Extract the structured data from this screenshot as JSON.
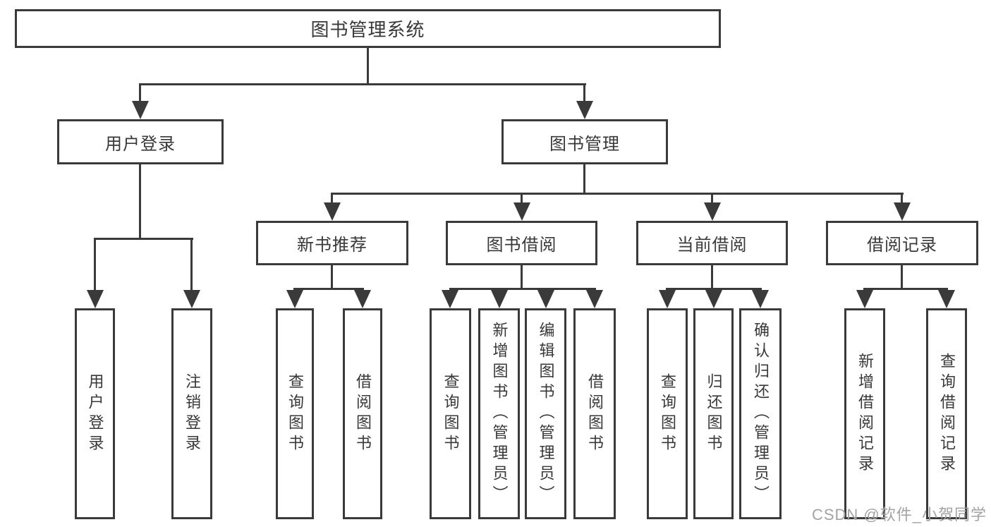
{
  "diagram": {
    "root": {
      "label": "图书管理系统"
    },
    "level2": {
      "user_login": {
        "label": "用户登录"
      },
      "book_mgmt": {
        "label": "图书管理"
      }
    },
    "level3": {
      "new_book_rec": {
        "label": "新书推荐"
      },
      "book_borrow": {
        "label": "图书借阅"
      },
      "current_borrow": {
        "label": "当前借阅"
      },
      "borrow_record": {
        "label": "借阅记录"
      }
    },
    "leaves": {
      "user_login_leaf": {
        "label": "用户登录"
      },
      "logout": {
        "label": "注销登录"
      },
      "rec_query_book": {
        "label": "查询图书"
      },
      "rec_borrow_book": {
        "label": "借阅图书"
      },
      "bb_query_book": {
        "label": "查询图书"
      },
      "bb_add_book": {
        "label": "新增图书（管理员）"
      },
      "bb_edit_book": {
        "label": "编辑图书（管理员）"
      },
      "bb_borrow_book": {
        "label": "借阅图书"
      },
      "cb_query_book": {
        "label": "查询图书"
      },
      "cb_return_book": {
        "label": "归还图书"
      },
      "cb_confirm_return": {
        "label": "确认归还（管理员）"
      },
      "br_add_record": {
        "label": "新增借阅记录"
      },
      "br_query_record": {
        "label": "查询借阅记录"
      }
    }
  },
  "watermark": {
    "text": "CSDN @软件_小贺同学"
  },
  "colors": {
    "line": "#3a3a3a",
    "text": "#383838",
    "watermark": "#a3a3a3",
    "background": "#ffffff"
  }
}
